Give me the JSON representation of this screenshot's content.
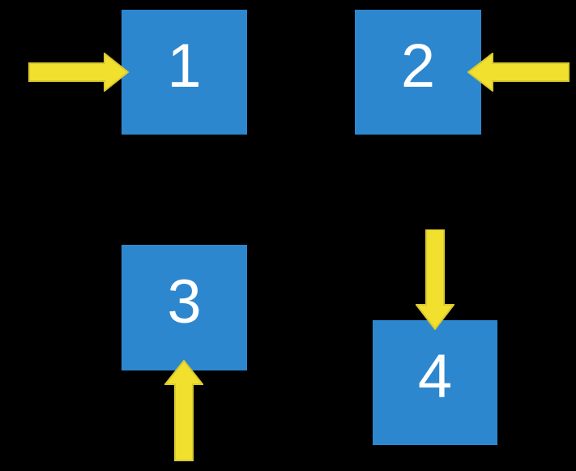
{
  "colors": {
    "background": "#000000",
    "box": "#2D87CE",
    "arrow": "#F2E02E",
    "arrow_outline": "#D9C92E",
    "label": "#FFFFFF"
  },
  "boxes": [
    {
      "label": "1",
      "arrow_direction": "right",
      "arrow_enters_from": "left"
    },
    {
      "label": "2",
      "arrow_direction": "left",
      "arrow_enters_from": "right"
    },
    {
      "label": "3",
      "arrow_direction": "up",
      "arrow_enters_from": "bottom"
    },
    {
      "label": "4",
      "arrow_direction": "down",
      "arrow_enters_from": "top"
    }
  ]
}
